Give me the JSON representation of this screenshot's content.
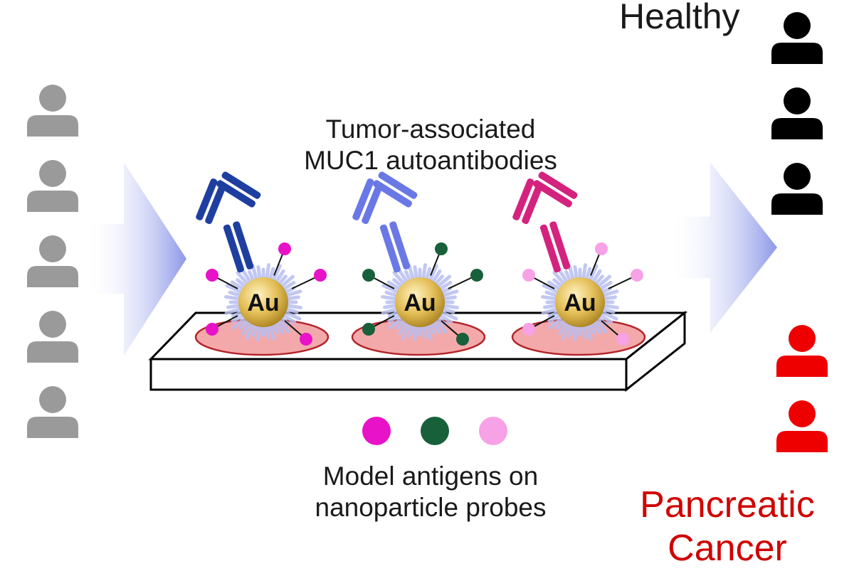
{
  "title_lines": [
    "Tumor-associated",
    "MUC1 autoantibodies"
  ],
  "legend_caption_lines": [
    "Model antigens on",
    "nanoparticle probes"
  ],
  "healthy_label": "Healthy",
  "cancer_label_lines": [
    "Pancreatic",
    "Cancer"
  ],
  "nanoparticles": [
    {
      "text": "Au",
      "antibody_color": "#1f3fa0",
      "antigen_color": "#e812c8"
    },
    {
      "text": "Au",
      "antibody_color": "#6a78e6",
      "antigen_color": "#17603a"
    },
    {
      "text": "Au",
      "antibody_color": "#d4237e",
      "antigen_color": "#f7a1e6"
    }
  ],
  "legend_antigens": [
    {
      "name": "antigen-magenta",
      "color": "#e812c8"
    },
    {
      "name": "antigen-green",
      "color": "#17603a"
    },
    {
      "name": "antigen-pink",
      "color": "#f7a1e6"
    }
  ],
  "samples": {
    "count": 5,
    "color": "#9a9a9a"
  },
  "outcomes": {
    "healthy": {
      "count": 3,
      "color": "#000000"
    },
    "cancer": {
      "count": 2,
      "color": "#ee0000"
    }
  },
  "colors": {
    "arrow": "#8c97e8",
    "spot_fill": "#f3a9aa",
    "spot_stroke": "#b3262c",
    "gold": "#d9b048",
    "corona": "#b8bff0"
  }
}
